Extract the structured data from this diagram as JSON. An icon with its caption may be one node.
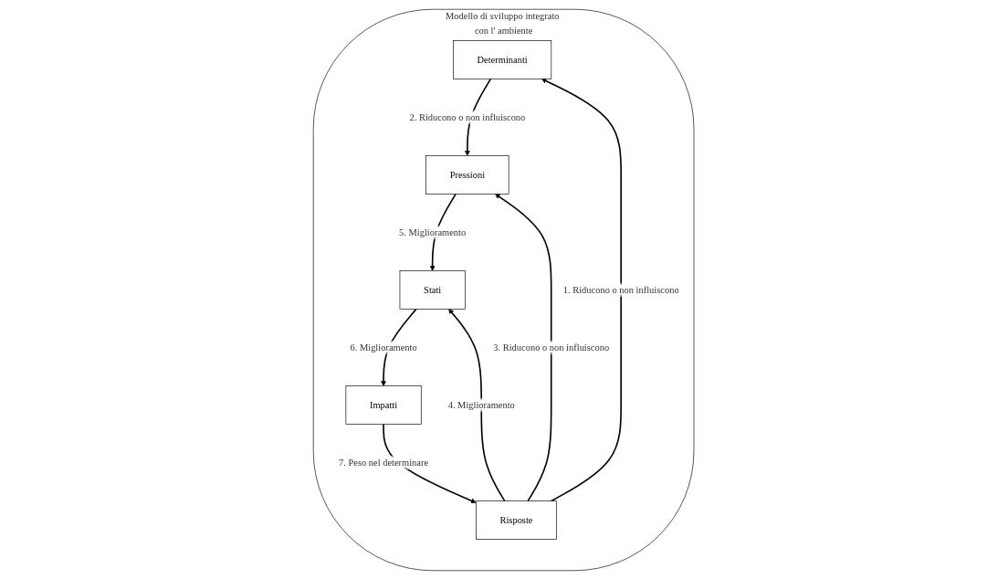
{
  "diagram": {
    "nodes": [
      {
        "text": [
          "Modello di sviluppo integrato con l' ambiente"
        ]
      },
      {
        "text": [
          "Determinanti"
        ],
        "in": 0
      },
      {
        "text": [
          "Risposte"
        ],
        "in": 0
      },
      {
        "text": [
          "Pressioni"
        ],
        "in": 0
      },
      {
        "text": [
          "Stati"
        ],
        "in": 0
      },
      {
        "text": [
          "Impatti"
        ],
        "in": 0
      }
    ],
    "edges": [
      {
        "from": 2,
        "to": 1,
        "arrow": "to",
        "label": "1. Riducono o non influiscono"
      },
      {
        "from": 1,
        "to": 3,
        "arrow": "to",
        "label": "2. Riducono o non influiscono"
      },
      {
        "from": 2,
        "to": 3,
        "arrow": "to",
        "label": "3. Riducono o non influiscono"
      },
      {
        "from": 2,
        "to": 4,
        "arrow": "to",
        "label": "4. Miglioramento"
      },
      {
        "from": 3,
        "to": 4,
        "arrow": "to",
        "label": "5. Miglioramento"
      },
      {
        "from": 4,
        "to": 5,
        "arrow": "to",
        "label": "6. Miglioramento"
      },
      {
        "from": 5,
        "to": 2,
        "arrow": "to",
        "label": "7. Peso nel determinare"
      }
    ]
  }
}
